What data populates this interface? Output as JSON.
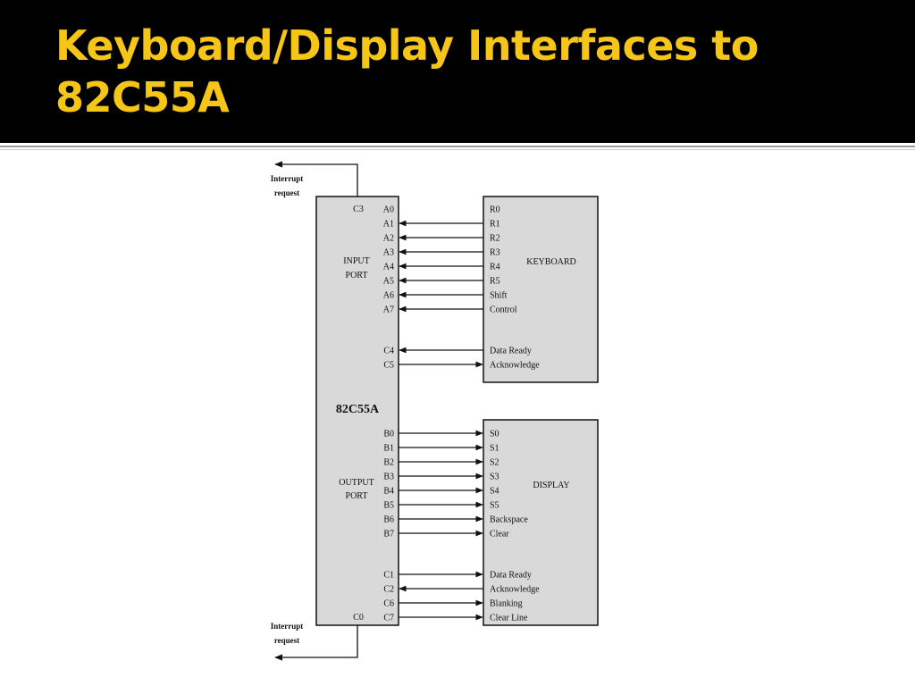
{
  "slide": {
    "title_line1": "Keyboard/Display Interfaces to",
    "title_line2": "82C55A",
    "title_color": "#f5c518"
  },
  "diagram": {
    "chip": {
      "name": "82C55A",
      "input_port_label": [
        "INPUT",
        "PORT"
      ],
      "output_port_label": [
        "OUTPUT",
        "PORT"
      ],
      "c3_label": "C3",
      "c0_label": "C0",
      "interrupt_top": [
        "Interrupt",
        "request"
      ],
      "interrupt_bottom": [
        "Interrupt",
        "request"
      ]
    },
    "keyboard": {
      "name": "KEYBOARD",
      "lines": [
        {
          "port": "A0",
          "signal": "R0",
          "arrow": "none"
        },
        {
          "port": "A1",
          "signal": "R1",
          "arrow": "to-chip"
        },
        {
          "port": "A2",
          "signal": "R2",
          "arrow": "to-chip"
        },
        {
          "port": "A3",
          "signal": "R3",
          "arrow": "to-chip"
        },
        {
          "port": "A4",
          "signal": "R4",
          "arrow": "to-chip"
        },
        {
          "port": "A5",
          "signal": "R5",
          "arrow": "to-chip"
        },
        {
          "port": "A6",
          "signal": "Shift",
          "arrow": "to-chip"
        },
        {
          "port": "A7",
          "signal": "Control",
          "arrow": "to-chip"
        },
        {
          "port": "C4",
          "signal": "Data Ready",
          "arrow": "to-chip"
        },
        {
          "port": "C5",
          "signal": "Acknowledge",
          "arrow": "to-device"
        }
      ]
    },
    "display": {
      "name": "DISPLAY",
      "lines": [
        {
          "port": "B0",
          "signal": "S0",
          "arrow": "to-device"
        },
        {
          "port": "B1",
          "signal": "S1",
          "arrow": "to-device"
        },
        {
          "port": "B2",
          "signal": "S2",
          "arrow": "to-device"
        },
        {
          "port": "B3",
          "signal": "S3",
          "arrow": "to-device"
        },
        {
          "port": "B4",
          "signal": "S4",
          "arrow": "to-device"
        },
        {
          "port": "B5",
          "signal": "S5",
          "arrow": "to-device"
        },
        {
          "port": "B6",
          "signal": "Backspace",
          "arrow": "to-device"
        },
        {
          "port": "B7",
          "signal": "Clear",
          "arrow": "to-device"
        },
        {
          "port": "C1",
          "signal": "Data Ready",
          "arrow": "to-device"
        },
        {
          "port": "C2",
          "signal": "Acknowledge",
          "arrow": "to-chip"
        },
        {
          "port": "C6",
          "signal": "Blanking",
          "arrow": "to-device"
        },
        {
          "port": "C7",
          "signal": "Clear Line",
          "arrow": "to-device"
        }
      ]
    },
    "box_fill": "#d9d9d9"
  }
}
